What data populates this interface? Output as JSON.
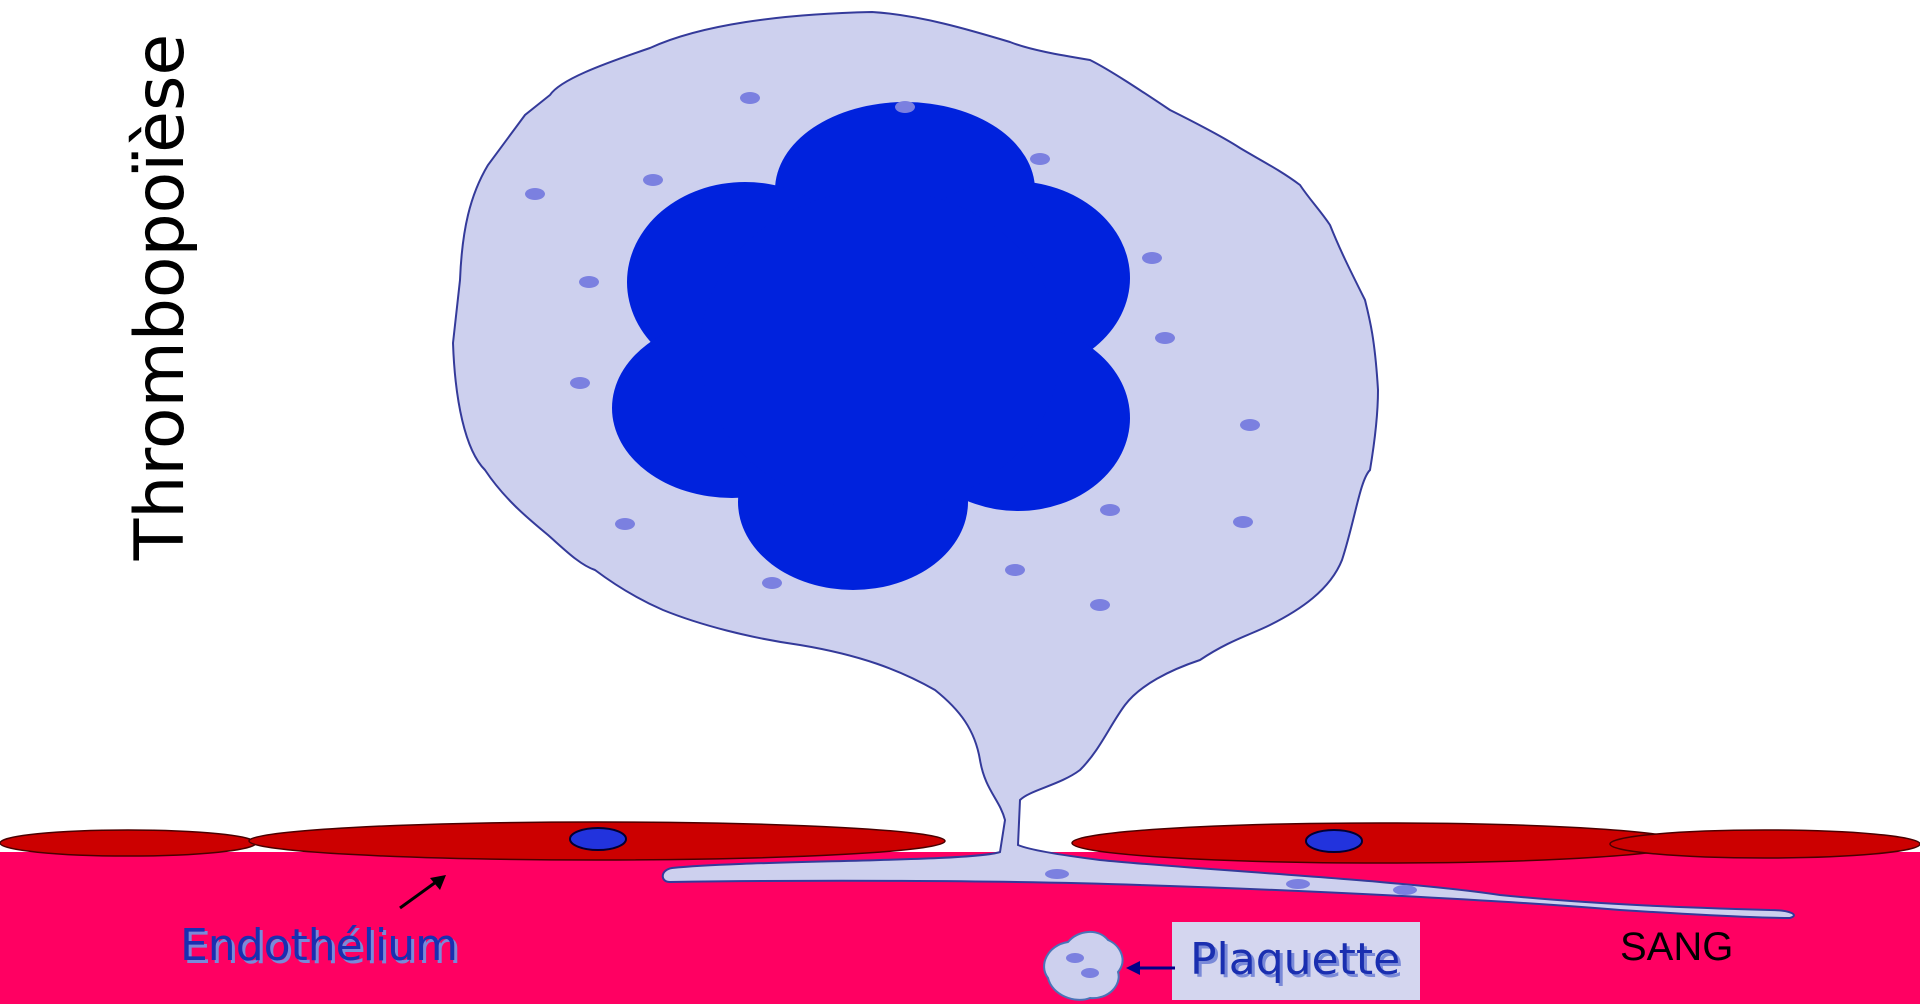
{
  "title": "Thrombopoïèse",
  "labels": {
    "endothelium": "Endothélium",
    "platelet": "Plaquette",
    "blood": "SANG"
  },
  "colors": {
    "blood_background": "#ff0062",
    "endothelial_cell": "#cc0000",
    "endothelial_nucleus": "#2233dd",
    "megakaryocyte_cytoplasm": "#cdd0ee",
    "megakaryocyte_outline": "#343a9a",
    "megakaryocyte_nucleus": "#0022dd",
    "granule": "#7b80e0",
    "label_text": "#1a2fb0",
    "platelet_label_box": "#d4d6ef"
  }
}
